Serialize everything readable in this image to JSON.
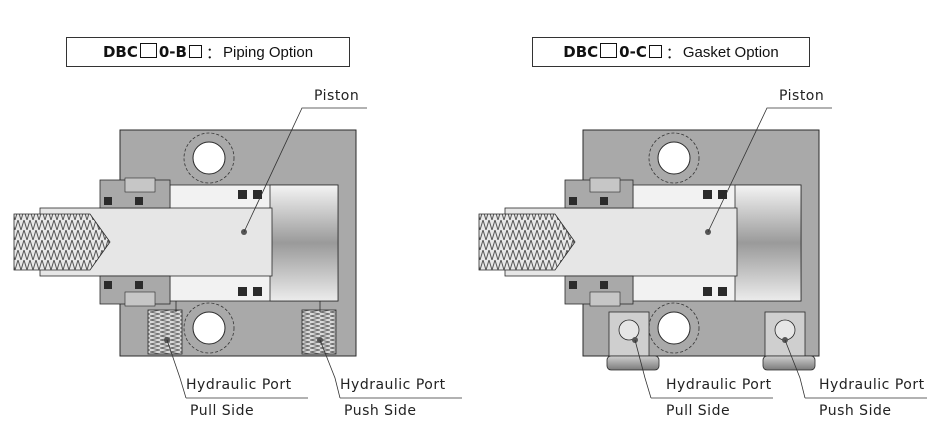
{
  "panels": [
    {
      "title_code_prefix": "DBC",
      "title_code_mid": "0-B",
      "title_separator": "：",
      "title_desc": "Piping Option",
      "piston_label": "Piston",
      "pull_port_line1": "Hydraulic Port",
      "pull_port_line2": "Pull Side",
      "push_port_line1": "Hydraulic Port",
      "push_port_line2": "Push Side"
    },
    {
      "title_code_prefix": "DBC",
      "title_code_mid": "0-C",
      "title_separator": "：",
      "title_desc": "Gasket Option",
      "piston_label": "Piston",
      "pull_port_line1": "Hydraulic Port",
      "pull_port_line2": "Pull Side",
      "push_port_line1": "Hydraulic Port",
      "push_port_line2": "Push Side"
    }
  ],
  "colors": {
    "body": "#a9a9a9",
    "bore": "#f2f2f2",
    "piston_head": "#c8c8c8",
    "seal": "#2b2b2b",
    "outline": "#2a2a2a"
  }
}
